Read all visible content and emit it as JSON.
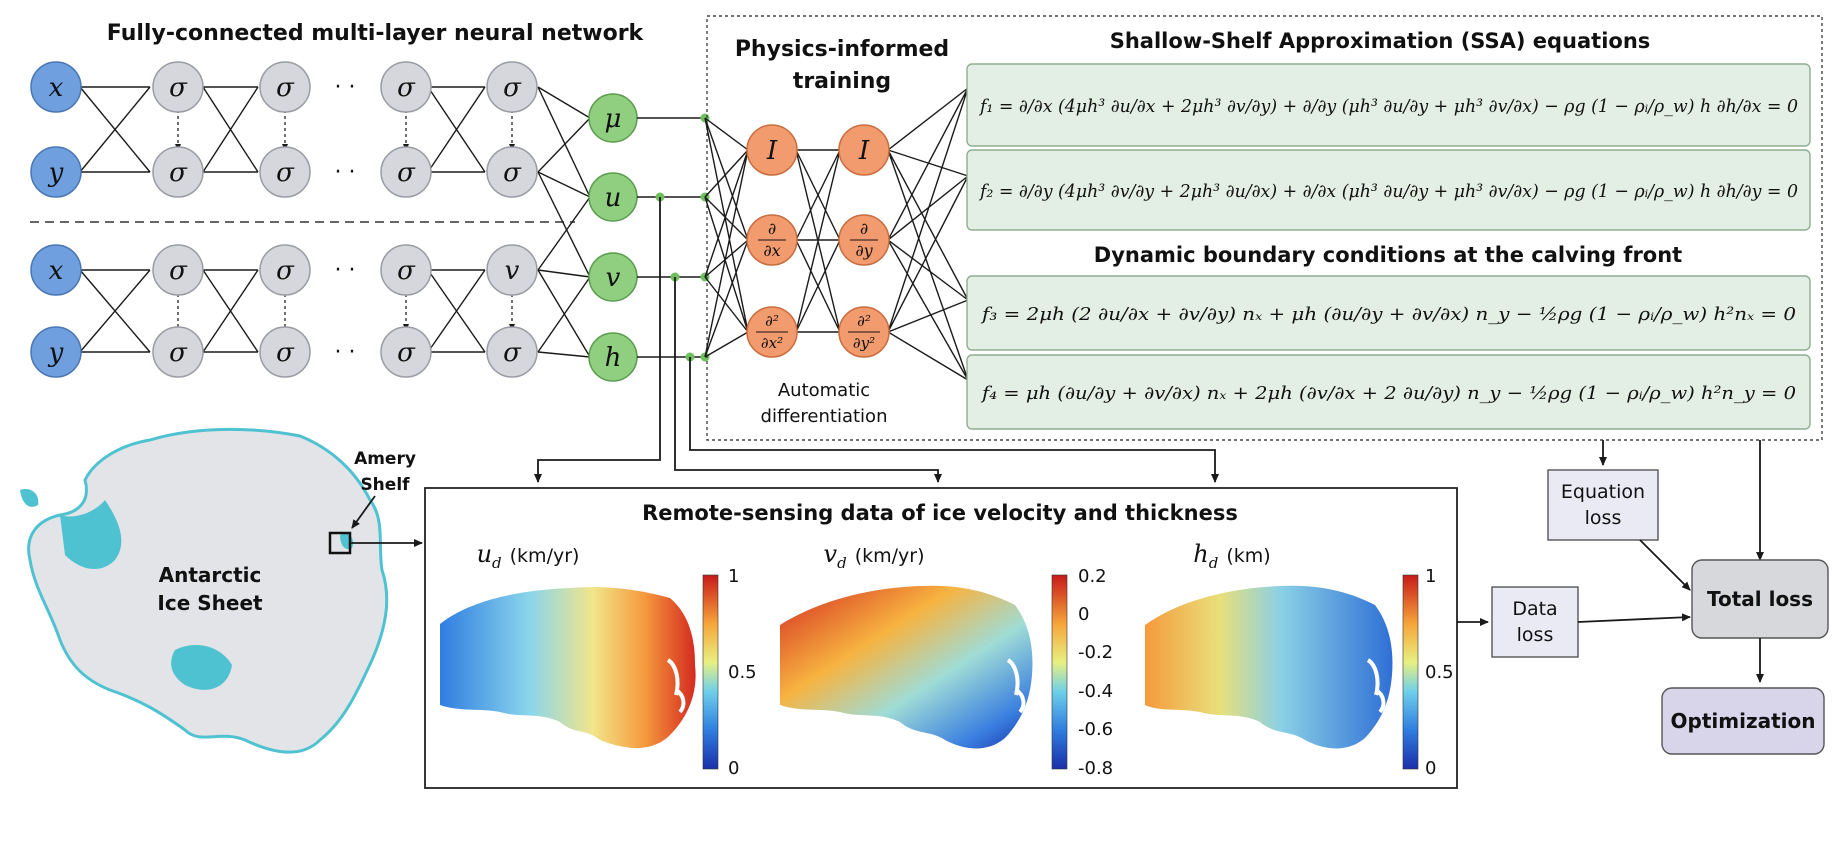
{
  "network": {
    "title": "Fully-connected multi-layer neural network",
    "inputs_top": [
      "x",
      "y"
    ],
    "inputs_bottom": [
      "x",
      "y"
    ],
    "hidden_symbol": "σ",
    "ellipsis": "· ·",
    "last_hidden_bottom_top": "v",
    "outputs": [
      "μ",
      "u",
      "v",
      "h"
    ]
  },
  "physics": {
    "title_line1": "Physics-informed",
    "title_line2": "training",
    "identity_label": "I",
    "dx": {
      "num": "∂",
      "den": "∂x"
    },
    "dy": {
      "num": "∂",
      "den": "∂y"
    },
    "dx2": {
      "num": "∂²",
      "den": "∂x²"
    },
    "dy2": {
      "num": "∂²",
      "den": "∂y²"
    },
    "autodiff_line1": "Automatic",
    "autodiff_line2": "differentiation"
  },
  "ssa": {
    "title": "Shallow-Shelf Approximation (SSA) equations",
    "f1": "f₁ = ∂/∂x (4μh³ ∂u/∂x + 2μh³ ∂v/∂y) + ∂/∂y (μh³ ∂u/∂y + μh³ ∂v/∂x) − ρg (1 − ρᵢ/ρ_w) h ∂h/∂x = 0",
    "f2": "f₂ = ∂/∂y (4μh³ ∂v/∂y + 2μh³ ∂u/∂x) + ∂/∂x (μh³ ∂u/∂y + μh³ ∂v/∂x) − ρg (1 − ρᵢ/ρ_w) h ∂h/∂y = 0"
  },
  "boundary": {
    "title": "Dynamic boundary conditions at the calving front",
    "f3": "f₃ = 2μh (2 ∂u/∂x + ∂v/∂y) nₓ + μh (∂u/∂y + ∂v/∂x) n_y − ½ρg (1 − ρᵢ/ρ_w) h²nₓ = 0",
    "f4": "f₄ = μh (∂u/∂y + ∂v/∂x) nₓ + 2μh (∂v/∂x + 2 ∂u/∂y) n_y − ½ρg (1 − ρᵢ/ρ_w) h²n_y = 0"
  },
  "antarctica": {
    "line1": "Antarctic",
    "line2": "Ice Sheet",
    "amery1": "Amery",
    "amery2": "Shelf"
  },
  "remote": {
    "title": "Remote-sensing data of ice velocity and thickness",
    "maps": [
      {
        "var": "u",
        "sub": "d",
        "unit": "(km/yr)",
        "ticks": [
          "1",
          "0.5",
          "0"
        ]
      },
      {
        "var": "v",
        "sub": "d",
        "unit": "(km/yr)",
        "ticks": [
          "0.2",
          "0",
          "-0.2",
          "-0.4",
          "-0.6",
          "-0.8"
        ]
      },
      {
        "var": "h",
        "sub": "d",
        "unit": "(km)",
        "ticks": [
          "1",
          "0.5",
          "0"
        ]
      }
    ]
  },
  "losses": {
    "equation_loss": [
      "Equation",
      "loss"
    ],
    "data_loss": [
      "Data",
      "loss"
    ],
    "total_loss": "Total loss",
    "optimization": "Optimization"
  },
  "colors": {
    "input_node": "#6f9fde",
    "hidden_node": "#d5d7dc",
    "output_node": "#8fcf7f",
    "autodiff_node": "#f29b6e",
    "equation_box": "#e3efe4",
    "loss_box": "#e9eaf4",
    "total_box": "#d7d8dc",
    "opt_box": "#d8d4ea",
    "ice": "#e2e4e7",
    "shelf_highlight": "#4fc2d2"
  }
}
